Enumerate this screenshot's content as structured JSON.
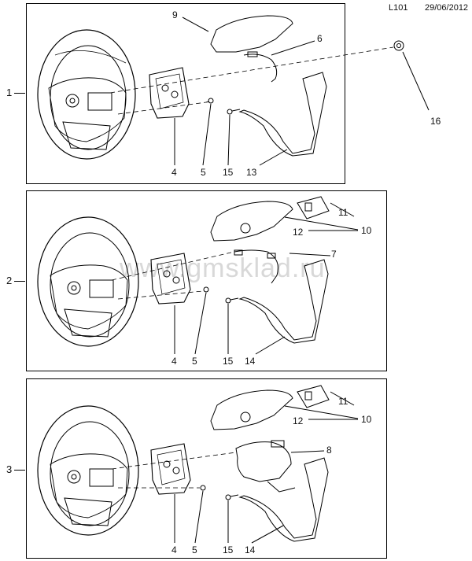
{
  "header": {
    "code": "L101",
    "date": "29/06/2012"
  },
  "watermark": "www.gmsklad.ru",
  "rows": [
    {
      "label": "1",
      "callouts": [
        "9",
        "6",
        "16",
        "4",
        "5",
        "15",
        "13"
      ]
    },
    {
      "label": "2",
      "callouts": [
        "11",
        "10",
        "12",
        "7",
        "4",
        "5",
        "15",
        "14"
      ]
    },
    {
      "label": "3",
      "callouts": [
        "11",
        "10",
        "12",
        "8",
        "4",
        "5",
        "15",
        "14"
      ]
    }
  ]
}
